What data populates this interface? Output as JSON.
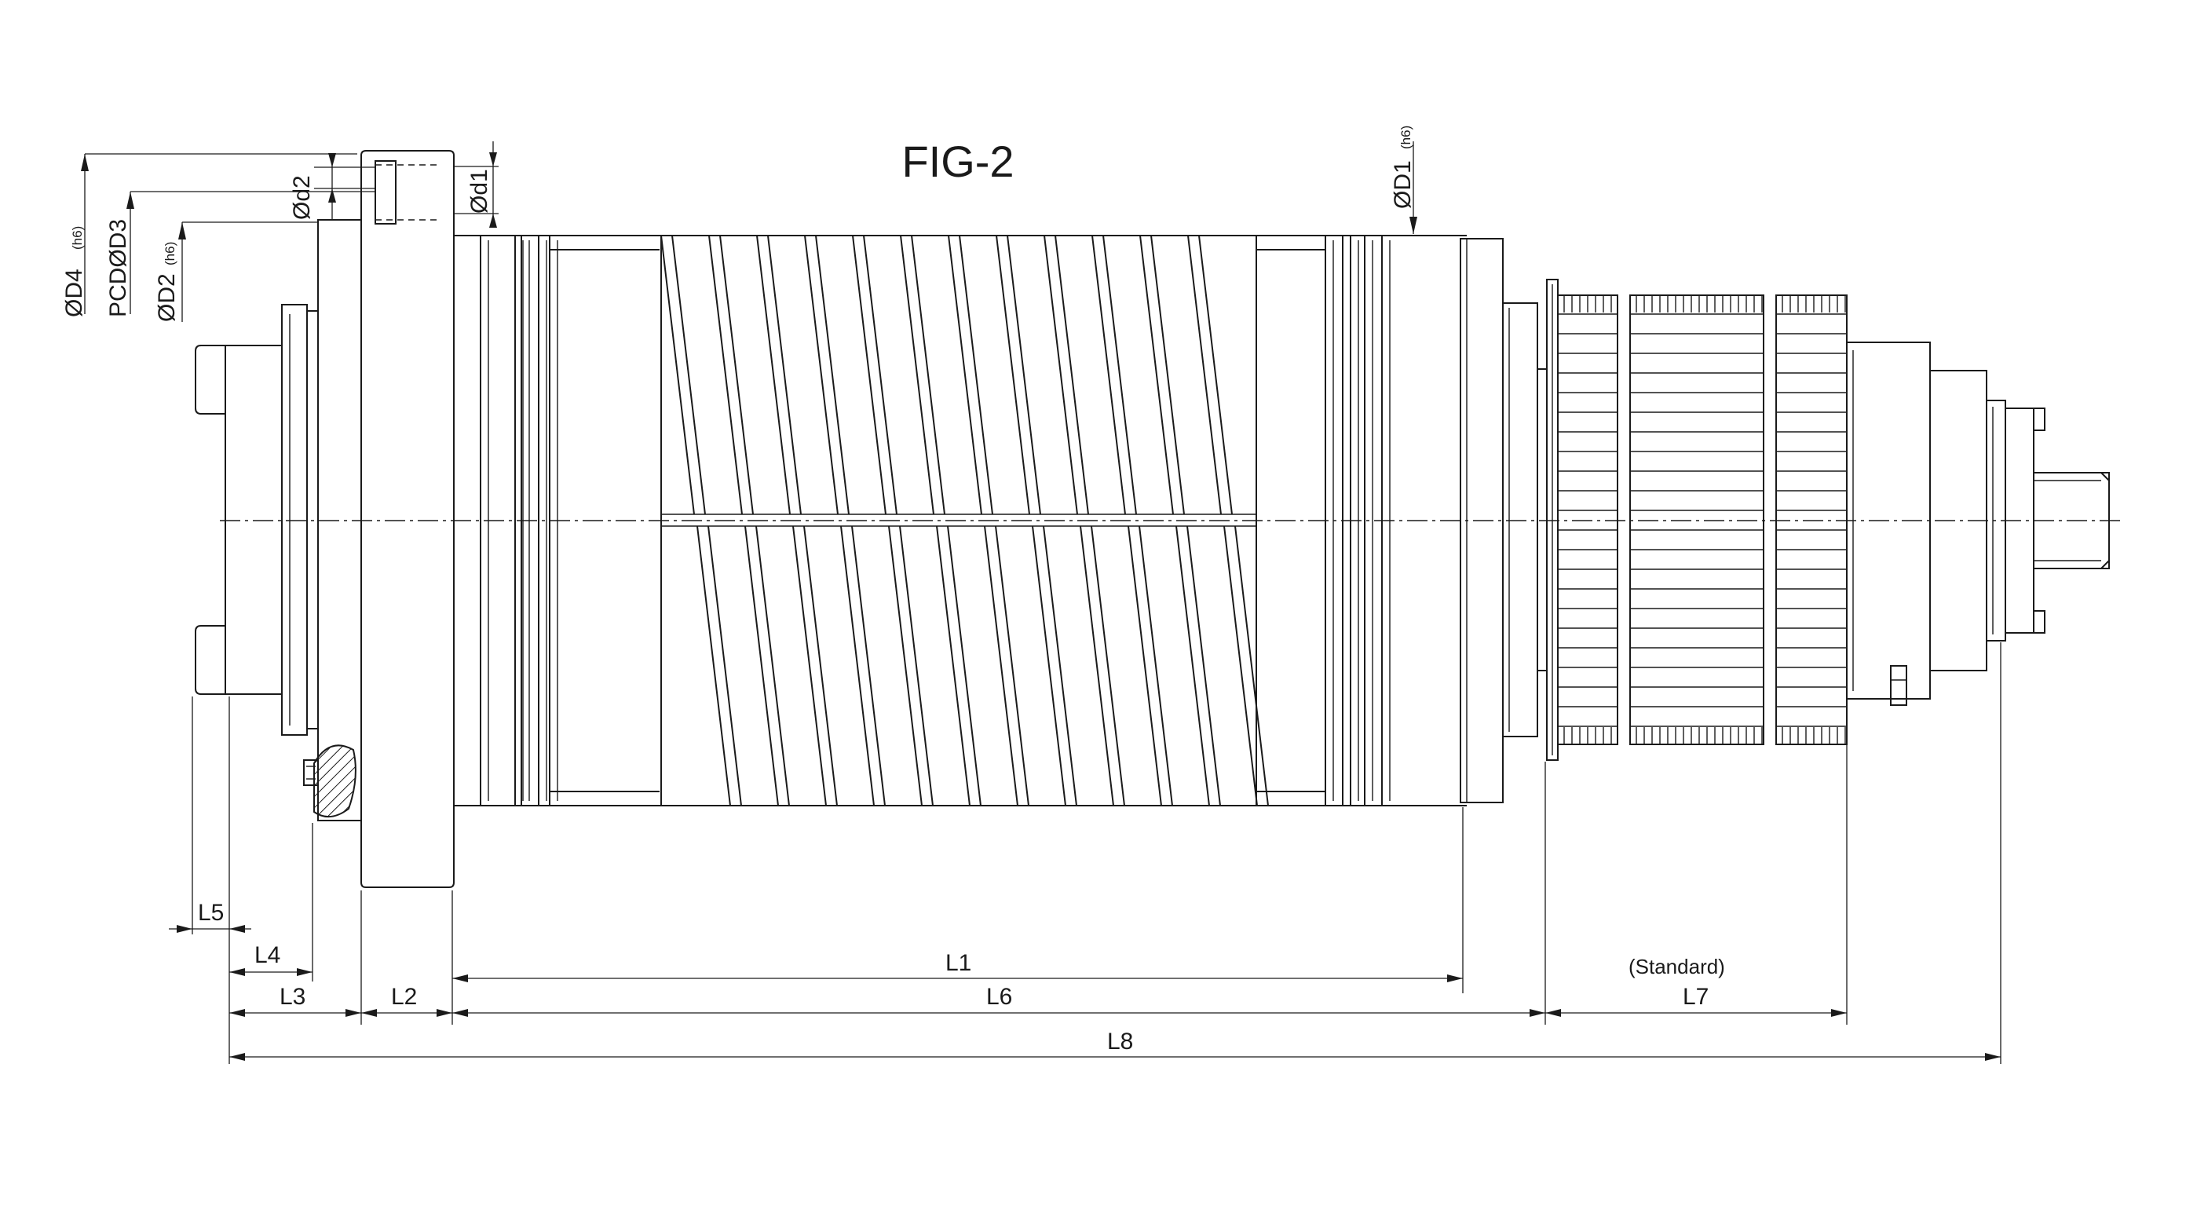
{
  "figure_title": "FIG-2",
  "labels": {
    "D4": "ØD4",
    "D4_tol": "(h6)",
    "D3": "PCDØD3",
    "D2": "ØD2",
    "D2_tol": "(h6)",
    "d2": "Ød2",
    "d1": "Ød1",
    "D1": "ØD1",
    "D1_tol": "(h6)",
    "L1": "L1",
    "L2": "L2",
    "L3": "L3",
    "L4": "L4",
    "L5": "L5",
    "L6": "L6",
    "L7": "L7",
    "L7_note": "(Standard)",
    "L8": "L8"
  },
  "colors": {
    "line": "#1a1a1a",
    "background": "#ffffff",
    "section_hatch": "#1a1a1a"
  }
}
